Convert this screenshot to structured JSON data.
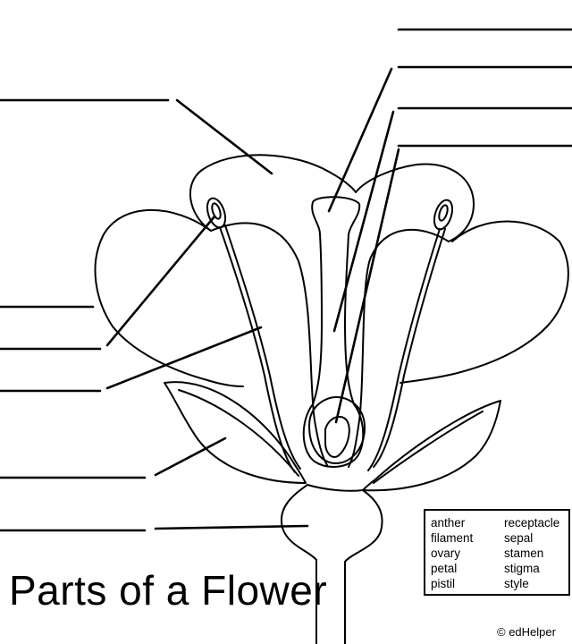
{
  "title": "Parts of a Flower",
  "word_bank": {
    "left_column": [
      "anther",
      "filament",
      "ovary",
      "petal",
      "pistil"
    ],
    "right_column": [
      "receptacle",
      "sepal",
      "stamen",
      "stigma",
      "style"
    ]
  },
  "copyright": "© edHelper",
  "answer_blanks_count": 10
}
